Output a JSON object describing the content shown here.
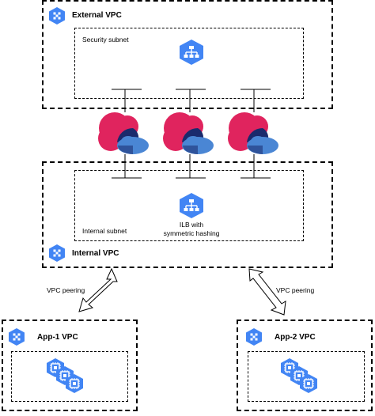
{
  "external_vpc": {
    "label": "External VPC",
    "subnet_label": "Security subnet"
  },
  "internal_vpc": {
    "label": "Internal VPC",
    "subnet_label": "Internal subnet",
    "ilb_label_line1": "ILB with",
    "ilb_label_line2": "symmetric hashing"
  },
  "app1_vpc": {
    "label": "App-1 VPC"
  },
  "app2_vpc": {
    "label": "App-2 VPC"
  },
  "peering": {
    "left_label": "VPC peering",
    "right_label": "VPC peering"
  },
  "icons": {
    "vpc_icon": "vpc-network-icon",
    "lb_icon": "load-balancer-icon",
    "appliance_icon": "network-appliance-icon",
    "compute_icon": "compute-engine-icon"
  },
  "colors": {
    "gcp_blue": "#4285f4",
    "appliance_red": "#e0245e",
    "appliance_dark": "#1a2a6c"
  }
}
